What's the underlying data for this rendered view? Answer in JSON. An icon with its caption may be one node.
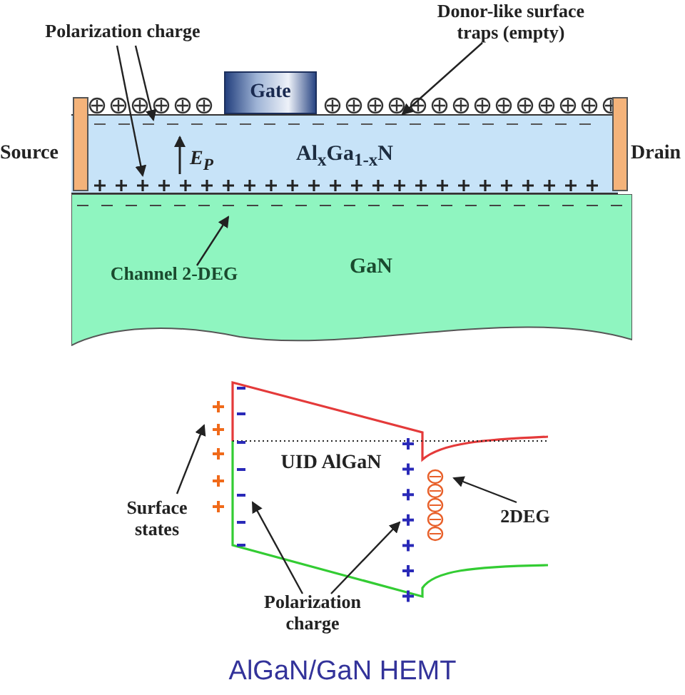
{
  "diagram": {
    "caption": "AlGaN/GaN HEMT",
    "nodes": [
      {
        "text": [
          "Polarization charge"
        ]
      },
      {
        "text": [
          "Donor-like surface traps (empty)"
        ]
      },
      {
        "text": [
          "Gate"
        ]
      },
      {
        "text": [
          "Source"
        ]
      },
      {
        "text": [
          "Drain"
        ]
      },
      {
        "text": [
          "Al$_{x}$Ga$_{1-x}$N"
        ]
      },
      {
        "text": [
          "GaN"
        ]
      },
      {
        "text": [
          "Channel 2-DEG"
        ],
        "in": 6
      },
      {
        "text": [
          "Surface states"
        ]
      },
      {
        "text": [
          "2DEG"
        ]
      },
      {
        "text": [
          "Polarization charge"
        ]
      }
    ],
    "edges": [
      {
        "from": 0,
        "to": 5,
        "arrow": "to"
      },
      {
        "from": 0,
        "to": 5,
        "arrow": "to"
      },
      {
        "from": 1,
        "to": 5,
        "arrow": "to"
      },
      {
        "from": 7,
        "to": 6,
        "arrow": "to"
      },
      {
        "from": 8,
        "to": null,
        "arrow": "to"
      },
      {
        "from": 10,
        "to": null,
        "arrow": "to"
      },
      {
        "from": 10,
        "to": null,
        "arrow": "to"
      },
      {
        "from": 9,
        "to": null,
        "arrow": "to"
      }
    ],
    "labels": [
      "E$_{P}$",
      "UID AlGaN"
    ]
  }
}
